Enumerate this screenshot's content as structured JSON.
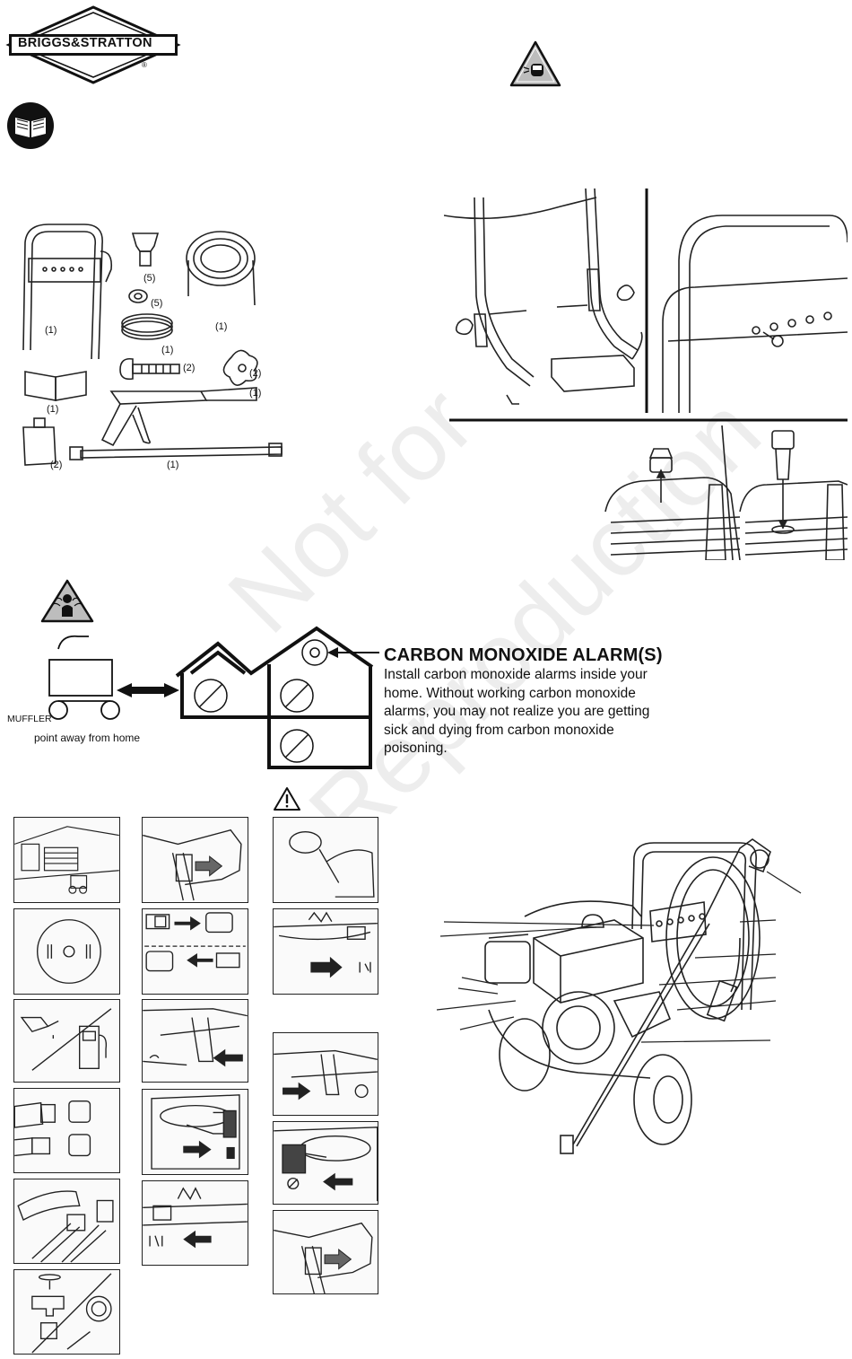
{
  "brand": {
    "logo_text": "BRIGGS&STRATTON",
    "registered": "®"
  },
  "watermark": {
    "line1": "Not for",
    "line2": "Reproduction"
  },
  "parts": {
    "frame": "(1)",
    "nozzle": "(5)",
    "oring": "(5)",
    "hose": "(1)",
    "tube": "(1)",
    "bolt": "(2)",
    "knob": "(2)",
    "manual": "(1)",
    "gun": "(1)",
    "oil": "(2)",
    "wand": "(1)"
  },
  "co_warning": {
    "muffler_label": "MUFFLER",
    "point_away": "point away from home",
    "title": "CARBON MONOXIDE ALARM(S)",
    "body": "Install carbon monoxide alarms inside your home. Without working carbon monoxide alarms, you may not realize you are getting sick and dying from carbon monoxide poisoning."
  },
  "colors": {
    "ink": "#1a1a1a",
    "warning_fill": "#bdbdbd",
    "arrow_fill": "#222222"
  },
  "icons": [
    "manual-book-icon",
    "eye-protection-warning-icon",
    "inhalation-warning-icon",
    "caution-triangle-icon"
  ]
}
